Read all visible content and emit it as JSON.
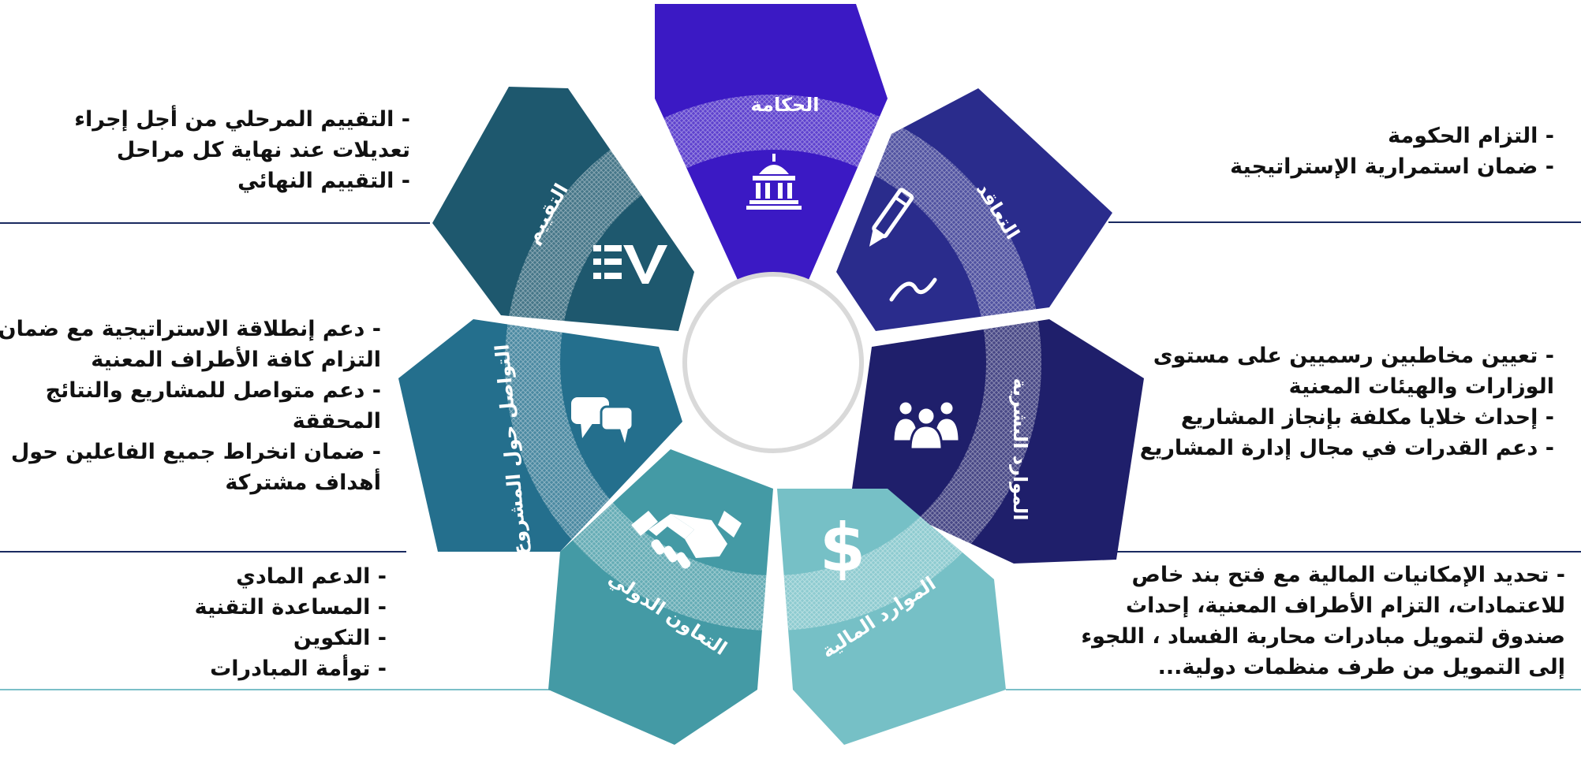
{
  "colors": {
    "governance": "#3b19c4",
    "synergy": "#2a2c8c",
    "human_resources": "#1f1f6b",
    "financial_resources": "#76c0c6",
    "international_cooperation": "#449aa5",
    "communication": "#246f8d",
    "evaluation": "#1e586e",
    "divider_line": "#1a2a60",
    "text": "#111111"
  },
  "wedges": [
    {
      "id": "governance",
      "label": "الحكامة",
      "icon": "government-building-icon"
    },
    {
      "id": "synergy",
      "label": "التعاقد",
      "icon": "pen-signature-icon"
    },
    {
      "id": "human_resources",
      "label": "الموارد البشرية",
      "icon": "people-group-icon"
    },
    {
      "id": "financial_resources",
      "label": "الموارد المالية",
      "icon": "dollar-icon"
    },
    {
      "id": "international_cooperation",
      "label": "التعاون الدولي",
      "icon": "handshake-icon"
    },
    {
      "id": "communication",
      "label": "التواصل حول المشروع",
      "icon": "chat-bubbles-icon"
    },
    {
      "id": "evaluation",
      "label": "التقييم",
      "icon": "ev-logo-icon"
    }
  ],
  "texts": {
    "top_right": [
      "- التزام الحكومة",
      "- ضمان استمرارية الإستراتيجية"
    ],
    "middle_right": [
      "- تعيين مخاطبين رسميين على مستوى",
      "الوزارات والهيئات المعنية",
      "- إحداث خلايا مكلفة بإنجاز المشاريع",
      "- دعم القدرات في مجال إدارة المشاريع"
    ],
    "bottom_right": [
      "- تحديد الإمكانيات المالية مع فتح بند خاص",
      "للاعتمادات، التزام الأطراف المعنية، إحداث",
      "صندوق لتمويل مبادرات محاربة الفساد ، اللجوء",
      "إلى التمويل من طرف منظمات دولية..."
    ],
    "top_left": [
      "- التقييم المرحلي من أجل إجراء",
      "تعديلات عند نهاية كل مراحل",
      "- التقييم النهائي"
    ],
    "middle_left": [
      "- دعم إنطلاقة الاستراتيجية مع ضمان",
      "التزام كافة الأطراف المعنية",
      "- دعم متواصل للمشاريع والنتائج",
      "المحققة",
      "- ضمان انخراط جميع الفاعلين حول",
      "أهداف مشتركة"
    ],
    "bottom_left": [
      "- الدعم المادي",
      "- المساعدة التقنية",
      "- التكوين",
      "- توأمة المبادرات"
    ]
  }
}
